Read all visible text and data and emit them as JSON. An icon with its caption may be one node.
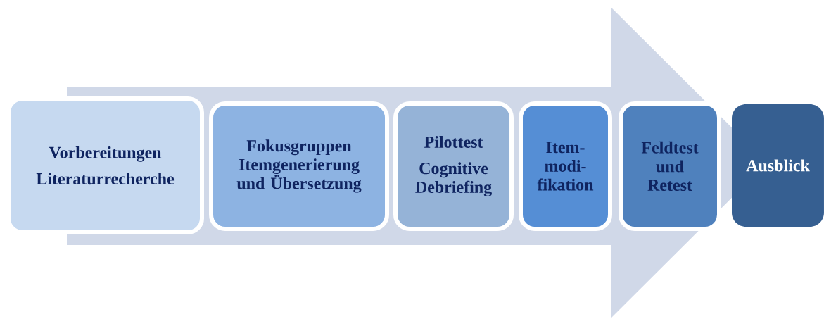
{
  "diagram": {
    "nodes": [
      {
        "text": [
          "Vorbereitungen",
          "Literaturrecherche"
        ]
      },
      {
        "text": [
          "Fokusgruppen",
          "Itemgenerierung und Übersetzung"
        ]
      },
      {
        "text": [
          "Pilottest",
          "Cognitive Debriefing"
        ]
      },
      {
        "text": [
          "Item-",
          "modi-",
          "fikation"
        ]
      },
      {
        "text": [
          "Feldtest und Retest"
        ]
      },
      {
        "text": [
          "Ausblick"
        ]
      }
    ],
    "edges": [
      {
        "from": 0,
        "to": 5,
        "arrow": "to"
      }
    ]
  }
}
